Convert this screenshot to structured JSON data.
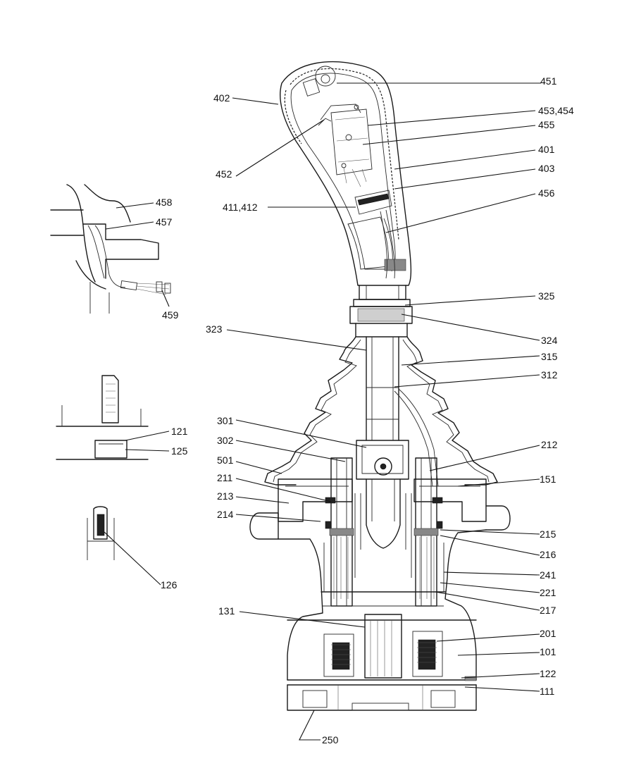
{
  "labels": {
    "n451": "451",
    "n402": "402",
    "n453_454": "453,454",
    "n455": "455",
    "n452": "452",
    "n401": "401",
    "n403": "403",
    "n411_412": "411,412",
    "n456": "456",
    "n458": "458",
    "n457": "457",
    "n459": "459",
    "n325": "325",
    "n324": "324",
    "n323": "323",
    "n315": "315",
    "n312": "312",
    "n121": "121",
    "n125": "125",
    "n301": "301",
    "n212": "212",
    "n302": "302",
    "n501": "501",
    "n151": "151",
    "n211": "211",
    "n213": "213",
    "n214": "214",
    "n215": "215",
    "n216": "216",
    "n126": "126",
    "n241": "241",
    "n221": "221",
    "n217": "217",
    "n131": "131",
    "n201": "201",
    "n101": "101",
    "n122": "122",
    "n111": "111",
    "n250": "250"
  }
}
